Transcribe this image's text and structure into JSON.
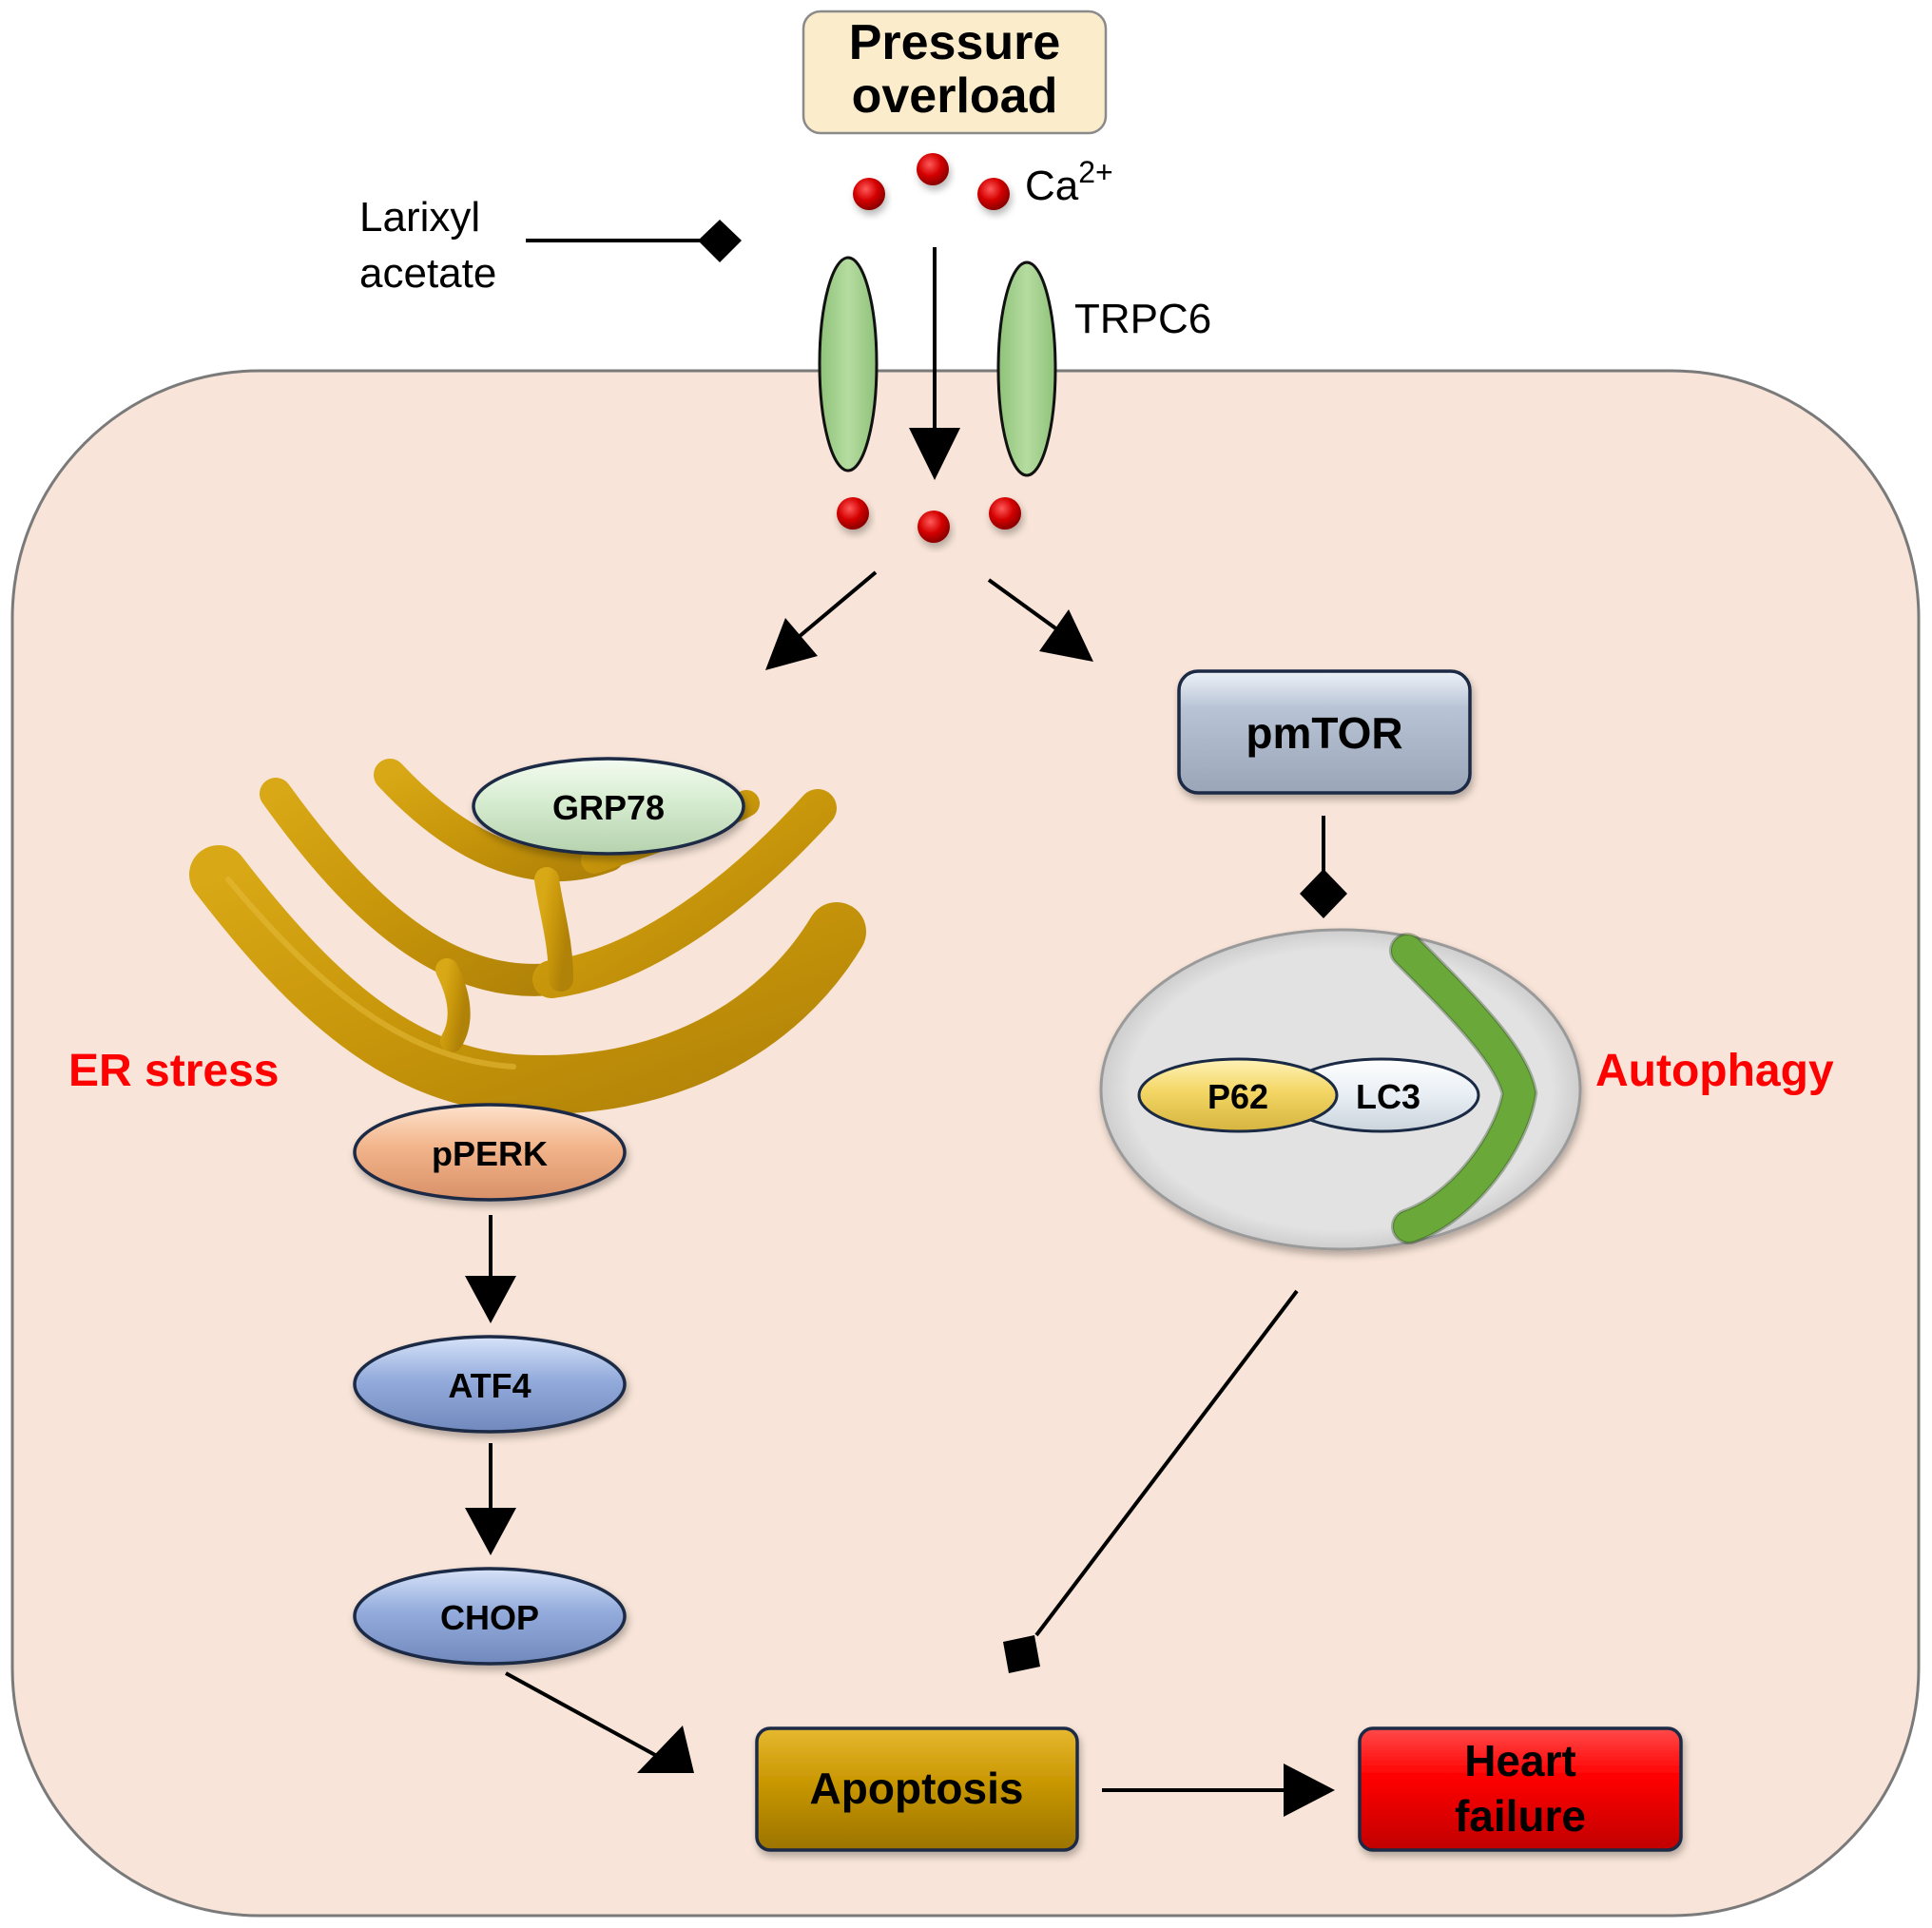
{
  "title_box": {
    "line1": "Pressure",
    "line2": "overload"
  },
  "ion": {
    "label": "Ca",
    "superscript": "2+"
  },
  "inhibitor": {
    "line1": "Larixyl",
    "line2": "acetate"
  },
  "channel": {
    "label": "TRPC6"
  },
  "er_pathway": {
    "section_label": "ER stress",
    "nodes": [
      "GRP78",
      "pPERK",
      "ATF4",
      "CHOP"
    ]
  },
  "autophagy_pathway": {
    "section_label": "Autophagy",
    "regulator": "pmTOR",
    "complex": [
      "P62",
      "LC3"
    ]
  },
  "outcomes": {
    "apoptosis": "Apoptosis",
    "heart_failure_line1": "Heart",
    "heart_failure_line2": "failure"
  },
  "colors": {
    "cell_fill": "#f8e4d8",
    "cell_border": "#7a7a7a",
    "title_fill": "#fbeccb",
    "channel_green": "#a6d18c",
    "ion_red": "#d40000",
    "er_gold": "#c8960a",
    "grp78_fill": "#d6ecd0",
    "pperk_fill": "#f2b48a",
    "atf4_fill": "#94acdc",
    "chop_fill": "#94acdc",
    "pmtor_fill": "#b8c4d6",
    "autophagosome_fill": "#e2e2e2",
    "p62_fill": "#f3d664",
    "lc3_fill": "#e8eef4",
    "phagophore_green": "#6aa83a",
    "apoptosis_fill": "#cc9a06",
    "heart_failure_fill": "#ff0000",
    "section_label_red": "#ff0000"
  }
}
